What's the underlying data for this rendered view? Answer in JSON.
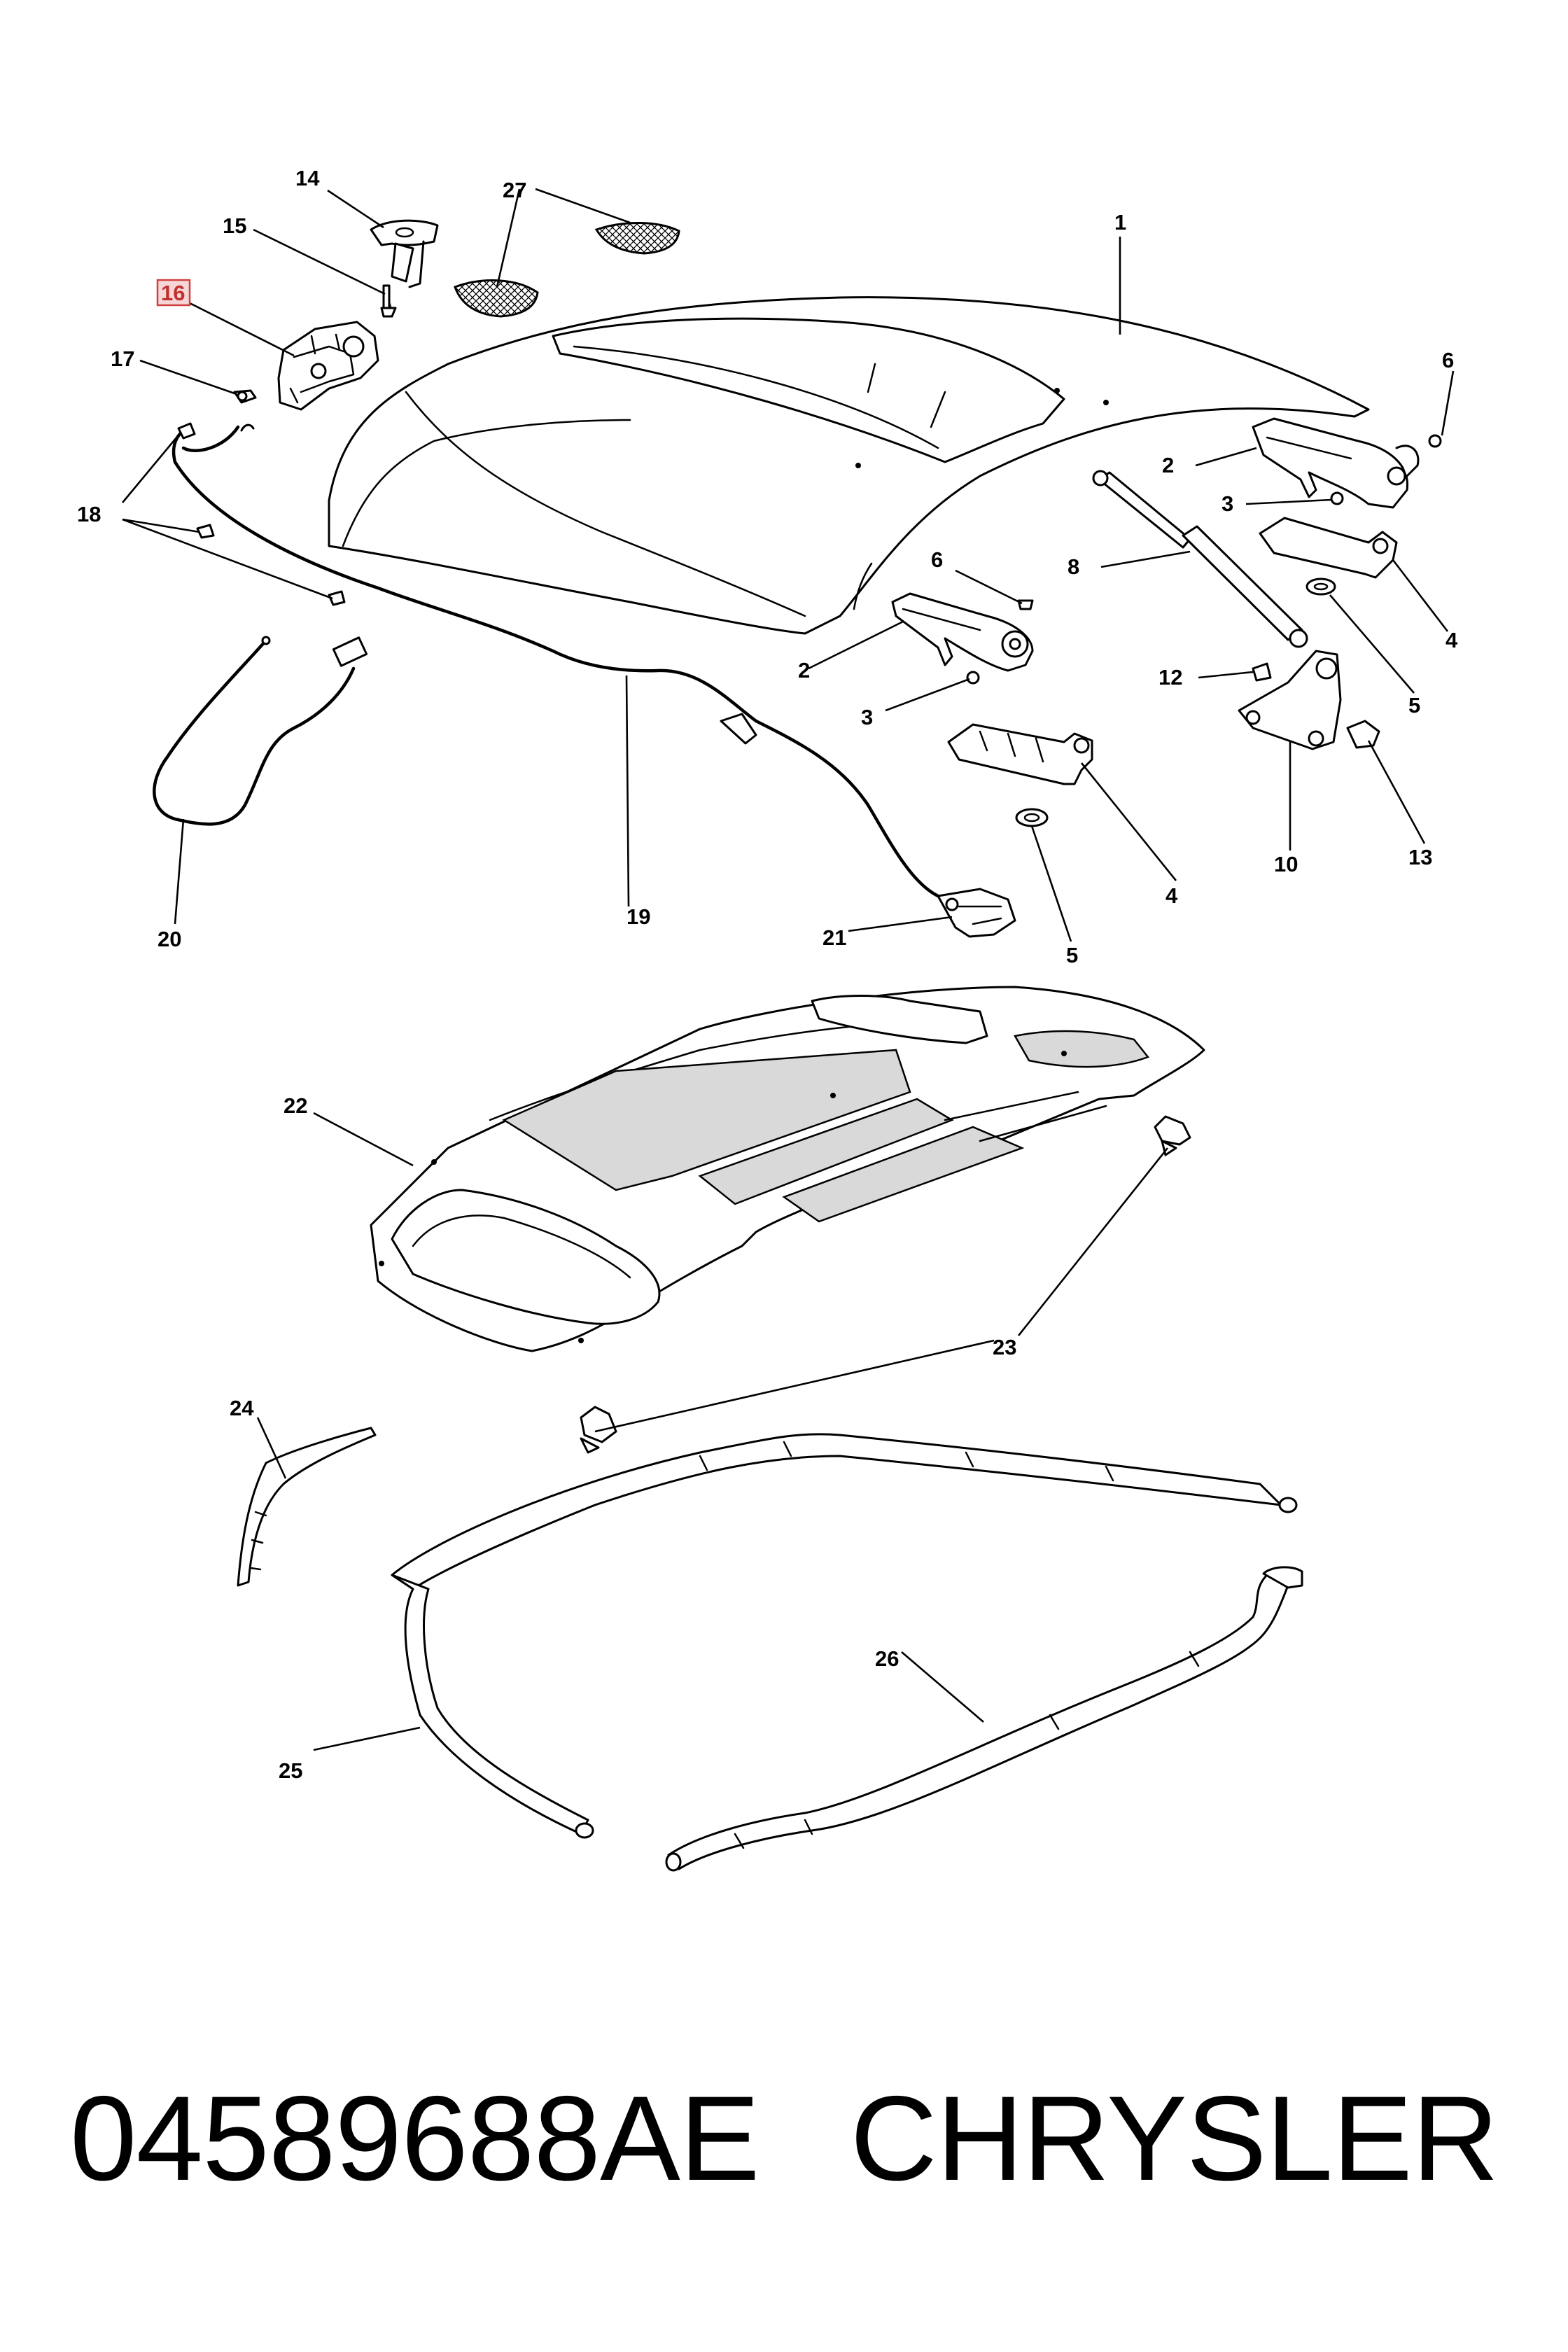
{
  "footer": {
    "part_number": "04589688AE",
    "brand": "CHRYSLER"
  },
  "callouts": {
    "c1": "1",
    "c2a": "2",
    "c2b": "2",
    "c3a": "3",
    "c3b": "3",
    "c4a": "4",
    "c4b": "4",
    "c5a": "5",
    "c5b": "5",
    "c6a": "6",
    "c6b": "6",
    "c8": "8",
    "c10": "10",
    "c12": "12",
    "c13": "13",
    "c14": "14",
    "c15": "15",
    "c16": "16",
    "c17": "17",
    "c18": "18",
    "c19": "19",
    "c20": "20",
    "c21": "21",
    "c22": "22",
    "c23": "23",
    "c24": "24",
    "c25": "25",
    "c26": "26",
    "c27": "27"
  },
  "highlighted_callout": "16",
  "colors": {
    "highlight_box": "#f6d6d6",
    "highlight_border": "#d04040",
    "line": "#000000"
  }
}
